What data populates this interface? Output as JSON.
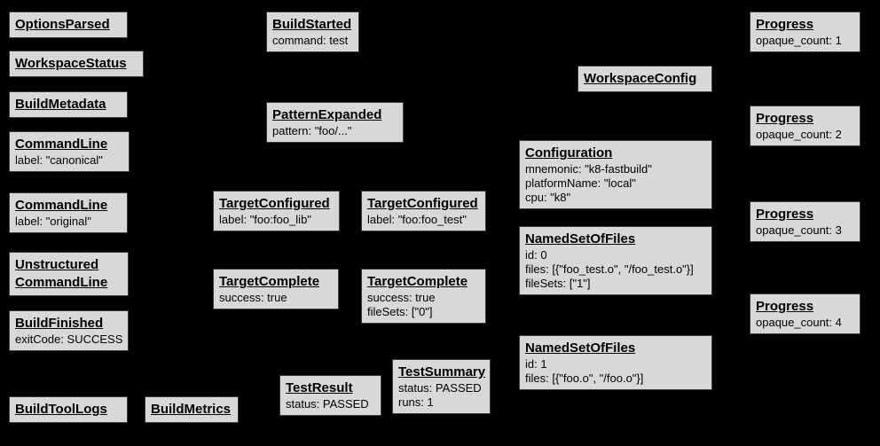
{
  "diagram": {
    "description": "Build event protocol graph",
    "colors": {
      "background": "#000000",
      "node_fill": "#d8d8d8",
      "node_border": "#3c3c3c",
      "node_text": "#000000"
    },
    "nodes": [
      {
        "title_lines": [
          "OptionsParsed"
        ],
        "lines": []
      },
      {
        "title_lines": [
          "WorkspaceStatus"
        ],
        "lines": []
      },
      {
        "title_lines": [
          "BuildMetadata"
        ],
        "lines": []
      },
      {
        "title_lines": [
          "CommandLine"
        ],
        "lines": [
          "label: \"canonical\""
        ]
      },
      {
        "title_lines": [
          "CommandLine"
        ],
        "lines": [
          "label: \"original\""
        ]
      },
      {
        "title_lines": [
          "Unstructured",
          "CommandLine"
        ],
        "lines": []
      },
      {
        "title_lines": [
          "BuildFinished"
        ],
        "lines": [
          "exitCode: SUCCESS"
        ]
      },
      {
        "title_lines": [
          "BuildToolLogs"
        ],
        "lines": []
      },
      {
        "title_lines": [
          "BuildMetrics"
        ],
        "lines": []
      },
      {
        "title_lines": [
          "BuildStarted"
        ],
        "lines": [
          "command: test"
        ]
      },
      {
        "title_lines": [
          "PatternExpanded"
        ],
        "lines": [
          "pattern: \"foo/...\""
        ]
      },
      {
        "title_lines": [
          "TargetConfigured"
        ],
        "lines": [
          "label: \"foo:foo_lib\""
        ]
      },
      {
        "title_lines": [
          "TargetConfigured"
        ],
        "lines": [
          "label: \"foo:foo_test\""
        ]
      },
      {
        "title_lines": [
          "TargetComplete"
        ],
        "lines": [
          "success: true"
        ]
      },
      {
        "title_lines": [
          "TargetComplete"
        ],
        "lines": [
          "success: true",
          "fileSets: [\"0\"]"
        ]
      },
      {
        "title_lines": [
          "TestResult"
        ],
        "lines": [
          "status: PASSED"
        ]
      },
      {
        "title_lines": [
          "TestSummary"
        ],
        "lines": [
          "status: PASSED",
          "runs: 1"
        ]
      },
      {
        "title_lines": [
          "WorkspaceConfig"
        ],
        "lines": []
      },
      {
        "title_lines": [
          "Configuration"
        ],
        "lines": [
          "mnemonic: \"k8-fastbuild\"",
          "platformName: \"local\"",
          "cpu: \"k8\""
        ]
      },
      {
        "title_lines": [
          "NamedSetOfFiles"
        ],
        "lines": [
          "id: 0",
          "files: [{\"foo_test.o\", \"/foo_test.o\"}]",
          "fileSets: [\"1\"]"
        ]
      },
      {
        "title_lines": [
          "NamedSetOfFiles"
        ],
        "lines": [
          "id: 1",
          "files: [{\"foo.o\", \"/foo.o\"}]"
        ]
      },
      {
        "title_lines": [
          "Progress"
        ],
        "lines": [
          "opaque_count: 1"
        ]
      },
      {
        "title_lines": [
          "Progress"
        ],
        "lines": [
          "opaque_count: 2"
        ]
      },
      {
        "title_lines": [
          "Progress"
        ],
        "lines": [
          "opaque_count: 3"
        ]
      },
      {
        "title_lines": [
          "Progress"
        ],
        "lines": [
          "opaque_count: 4"
        ]
      }
    ]
  }
}
